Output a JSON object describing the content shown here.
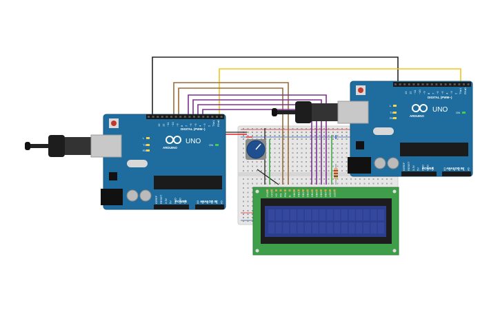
{
  "colors": {
    "board": "#1f6d9e",
    "board_edge": "#18577f",
    "breadboard": "#e6e6e6",
    "lcd_pcb": "#3f9e4a",
    "lcd_screen": "#2c3f8f",
    "wire_black": "#222222",
    "wire_yellow": "#f2c51d",
    "wire_brown": "#9a6a34",
    "wire_purple": "#7b2f8e",
    "wire_red": "#e02020",
    "wire_green": "#2e9e34",
    "wire_blue": "#2a5db0"
  },
  "arduino_left": {
    "brand": "ARDUINO",
    "model": "UNO",
    "digital_label": "DIGITAL (PWM~)",
    "power_label": "POWER",
    "analog_label": "ANALOG IN",
    "tx_label": "TX",
    "rx_label": "RX",
    "l_label": "L",
    "on_label": "ON",
    "aref_label": "AREF",
    "gnd_label": "GND",
    "digital_pins": [
      "13",
      "12",
      "~11",
      "~10",
      "~9",
      "8",
      "7",
      "~6",
      "~5",
      "4",
      "~3",
      "2",
      "TX▸1",
      "RX◂0"
    ],
    "power_pins": [
      "IOREF",
      "RESET",
      "3.3V",
      "5V",
      "GND",
      "GND",
      "Vin"
    ],
    "analog_pins": [
      "A0",
      "A1",
      "A2",
      "A3",
      "A4",
      "A5"
    ]
  },
  "arduino_right": {
    "brand": "ARDUINO",
    "model": "UNO",
    "digital_label": "DIGITAL (PWM~)",
    "power_label": "POWER",
    "analog_label": "ANALOG IN",
    "tx_label": "TX",
    "rx_label": "RX",
    "l_label": "L",
    "on_label": "ON",
    "aref_label": "AREF",
    "gnd_label": "GND",
    "digital_pins": [
      "13",
      "12",
      "~11",
      "~10",
      "~9",
      "8",
      "7",
      "~6",
      "~5",
      "4",
      "~3",
      "2",
      "TX▸1",
      "RX◂0"
    ],
    "power_pins": [
      "IOREF",
      "RESET",
      "3.3V",
      "5V",
      "GND",
      "GND",
      "Vin"
    ],
    "analog_pins": [
      "A0",
      "A1",
      "A2",
      "A3",
      "A4",
      "A5"
    ]
  },
  "lcd": {
    "pins": [
      "GND",
      "VCC",
      "V0",
      "RS",
      "RW",
      "E",
      "DB0",
      "DB1",
      "DB2",
      "DB3",
      "DB4",
      "DB5",
      "DB6",
      "DB7",
      "LED",
      "LED"
    ]
  }
}
